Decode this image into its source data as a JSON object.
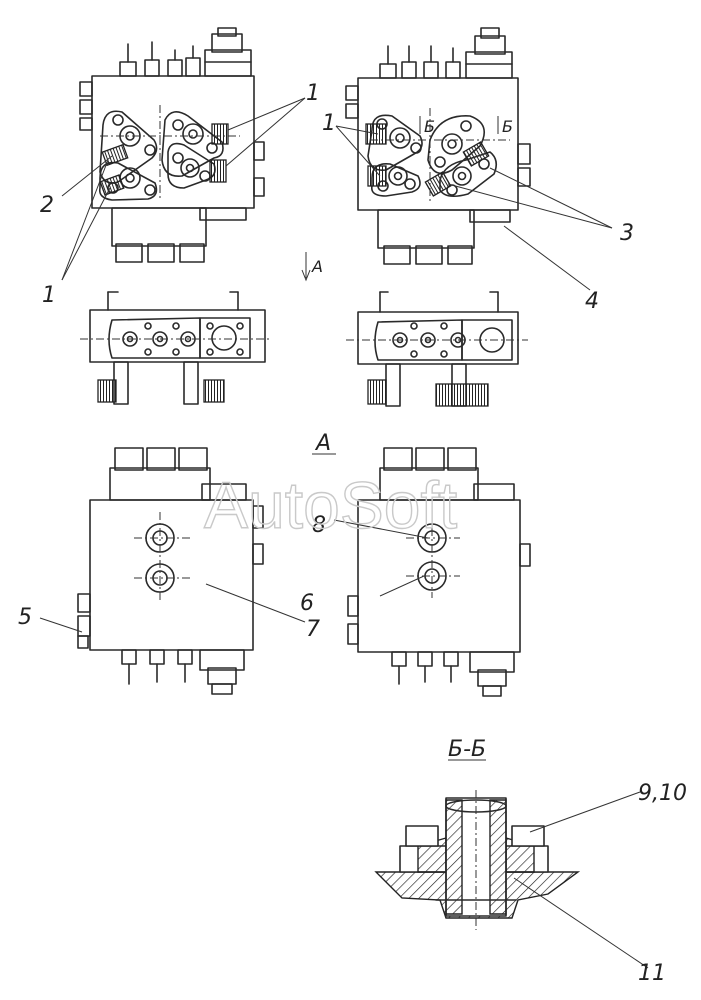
{
  "labels": {
    "one_top": "1",
    "one_right": "1",
    "one_left_bottom": "1",
    "two": "2",
    "three": "3",
    "four": "4",
    "five": "5",
    "six": "6",
    "seven": "7",
    "eight": "8",
    "nine_ten": "9,10",
    "eleven": "11",
    "view_a_arrow": "А",
    "view_a_title": "А",
    "section_mark": "Б",
    "section_mark_2": "Б",
    "section_title": "Б-Б"
  },
  "watermark": "AutoSoft"
}
